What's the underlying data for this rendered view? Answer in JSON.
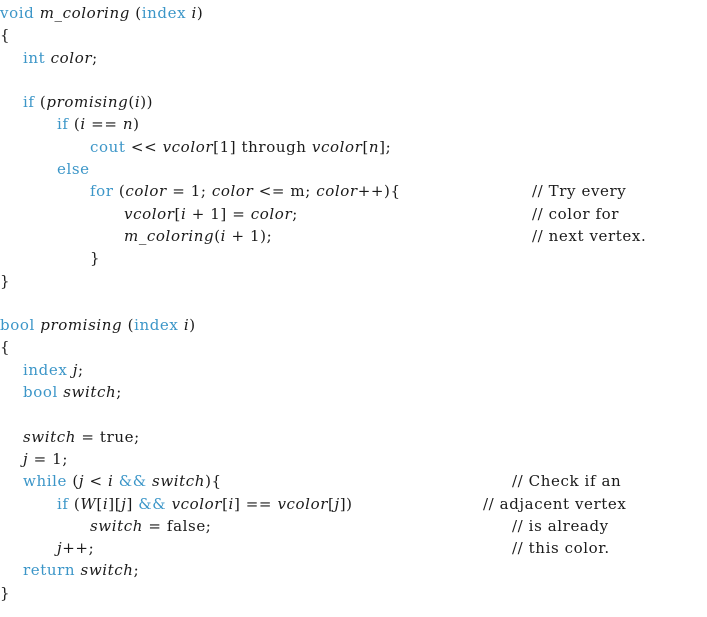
{
  "code": {
    "lines": [
      {
        "indent": 0,
        "segs": [
          {
            "t": "void",
            "k": "kw"
          },
          {
            "t": " "
          },
          {
            "t": "m_coloring",
            "k": "it"
          },
          {
            "t": " ("
          },
          {
            "t": "index",
            "k": "kw"
          },
          {
            "t": " "
          },
          {
            "t": "i",
            "k": "it"
          },
          {
            "t": ")"
          }
        ]
      },
      {
        "indent": 0,
        "segs": [
          {
            "t": "{"
          }
        ]
      },
      {
        "indent": 1,
        "segs": [
          {
            "t": "int",
            "k": "kw"
          },
          {
            "t": " "
          },
          {
            "t": "color",
            "k": "it"
          },
          {
            "t": ";"
          }
        ]
      },
      {
        "indent": 0,
        "segs": []
      },
      {
        "indent": 1,
        "segs": [
          {
            "t": "if",
            "k": "kw"
          },
          {
            "t": " ("
          },
          {
            "t": "promising",
            "k": "it"
          },
          {
            "t": "("
          },
          {
            "t": "i",
            "k": "it"
          },
          {
            "t": "))"
          }
        ]
      },
      {
        "indent": 2,
        "segs": [
          {
            "t": "if",
            "k": "kw"
          },
          {
            "t": " ("
          },
          {
            "t": "i",
            "k": "it"
          },
          {
            "t": " == "
          },
          {
            "t": "n",
            "k": "it"
          },
          {
            "t": ")"
          }
        ]
      },
      {
        "indent": 3,
        "segs": [
          {
            "t": "cout",
            "k": "kw"
          },
          {
            "t": " << "
          },
          {
            "t": "vcolor",
            "k": "it"
          },
          {
            "t": "[1] through "
          },
          {
            "t": "vcolor",
            "k": "it"
          },
          {
            "t": "["
          },
          {
            "t": "n",
            "k": "it"
          },
          {
            "t": "];"
          }
        ]
      },
      {
        "indent": 2,
        "segs": [
          {
            "t": "else",
            "k": "kw"
          }
        ]
      },
      {
        "indent": 3,
        "segs": [
          {
            "t": "for",
            "k": "kw"
          },
          {
            "t": " ("
          },
          {
            "t": "color",
            "k": "it"
          },
          {
            "t": " = 1; "
          },
          {
            "t": "color",
            "k": "it"
          },
          {
            "t": " <= m; "
          },
          {
            "t": "color",
            "k": "it"
          },
          {
            "t": "++){"
          }
        ],
        "comment": "// Try every",
        "ccol": 3
      },
      {
        "indent": 4,
        "segs": [
          {
            "t": "vcolor",
            "k": "it"
          },
          {
            "t": "["
          },
          {
            "t": "i",
            "k": "it"
          },
          {
            "t": " + 1] = "
          },
          {
            "t": "color",
            "k": "it"
          },
          {
            "t": ";"
          }
        ],
        "comment": "// color for",
        "ccol": 3
      },
      {
        "indent": 4,
        "segs": [
          {
            "t": "m_coloring",
            "k": "it"
          },
          {
            "t": "("
          },
          {
            "t": "i",
            "k": "it"
          },
          {
            "t": " + 1);"
          }
        ],
        "comment": "// next vertex.",
        "ccol": 3
      },
      {
        "indent": 3,
        "segs": [
          {
            "t": "}"
          }
        ]
      },
      {
        "indent": 0,
        "segs": [
          {
            "t": "}"
          }
        ]
      },
      {
        "indent": 0,
        "segs": []
      },
      {
        "indent": 0,
        "segs": [
          {
            "t": "bool",
            "k": "kw"
          },
          {
            "t": " "
          },
          {
            "t": "promising",
            "k": "it"
          },
          {
            "t": " ("
          },
          {
            "t": "index",
            "k": "kw"
          },
          {
            "t": " "
          },
          {
            "t": "i",
            "k": "it"
          },
          {
            "t": ")"
          }
        ]
      },
      {
        "indent": 0,
        "segs": [
          {
            "t": "{"
          }
        ]
      },
      {
        "indent": 1,
        "segs": [
          {
            "t": "index",
            "k": "kw"
          },
          {
            "t": " "
          },
          {
            "t": "j",
            "k": "it"
          },
          {
            "t": ";"
          }
        ]
      },
      {
        "indent": 1,
        "segs": [
          {
            "t": "bool",
            "k": "kw"
          },
          {
            "t": " "
          },
          {
            "t": "switch",
            "k": "it"
          },
          {
            "t": ";"
          }
        ]
      },
      {
        "indent": 0,
        "segs": []
      },
      {
        "indent": 1,
        "segs": [
          {
            "t": "switch",
            "k": "it"
          },
          {
            "t": " = true;"
          }
        ]
      },
      {
        "indent": 1,
        "segs": [
          {
            "t": "j",
            "k": "it"
          },
          {
            "t": " = 1;"
          }
        ]
      },
      {
        "indent": 1,
        "segs": [
          {
            "t": "while",
            "k": "kw"
          },
          {
            "t": " ("
          },
          {
            "t": "j",
            "k": "it"
          },
          {
            "t": " < "
          },
          {
            "t": "i",
            "k": "it"
          },
          {
            "t": " "
          },
          {
            "t": "&&",
            "k": "kw"
          },
          {
            "t": " "
          },
          {
            "t": "switch",
            "k": "it"
          },
          {
            "t": "){"
          }
        ],
        "comment": "// Check if an",
        "ccol": 2
      },
      {
        "indent": 2,
        "segs": [
          {
            "t": "if",
            "k": "kw"
          },
          {
            "t": " ("
          },
          {
            "t": "W",
            "k": "it"
          },
          {
            "t": "["
          },
          {
            "t": "i",
            "k": "it"
          },
          {
            "t": "]["
          },
          {
            "t": "j",
            "k": "it"
          },
          {
            "t": "] "
          },
          {
            "t": "&&",
            "k": "kw"
          },
          {
            "t": " "
          },
          {
            "t": "vcolor",
            "k": "it"
          },
          {
            "t": "["
          },
          {
            "t": "i",
            "k": "it"
          },
          {
            "t": "] == "
          },
          {
            "t": "vcolor",
            "k": "it"
          },
          {
            "t": "["
          },
          {
            "t": "j",
            "k": "it"
          },
          {
            "t": "])"
          }
        ],
        "comment": "// adjacent vertex",
        "ccol": 1
      },
      {
        "indent": 3,
        "segs": [
          {
            "t": "switch",
            "k": "it"
          },
          {
            "t": " = false;"
          }
        ],
        "comment": "// is already",
        "ccol": 2
      },
      {
        "indent": 2,
        "segs": [
          {
            "t": "j",
            "k": "it"
          },
          {
            "t": "++;"
          }
        ],
        "comment": "// this color.",
        "ccol": 2
      },
      {
        "indent": 1,
        "segs": [
          {
            "t": "return",
            "k": "kw"
          },
          {
            "t": " "
          },
          {
            "t": "switch",
            "k": "it"
          },
          {
            "t": ";"
          }
        ]
      },
      {
        "indent": 0,
        "segs": [
          {
            "t": "}"
          }
        ]
      }
    ]
  }
}
